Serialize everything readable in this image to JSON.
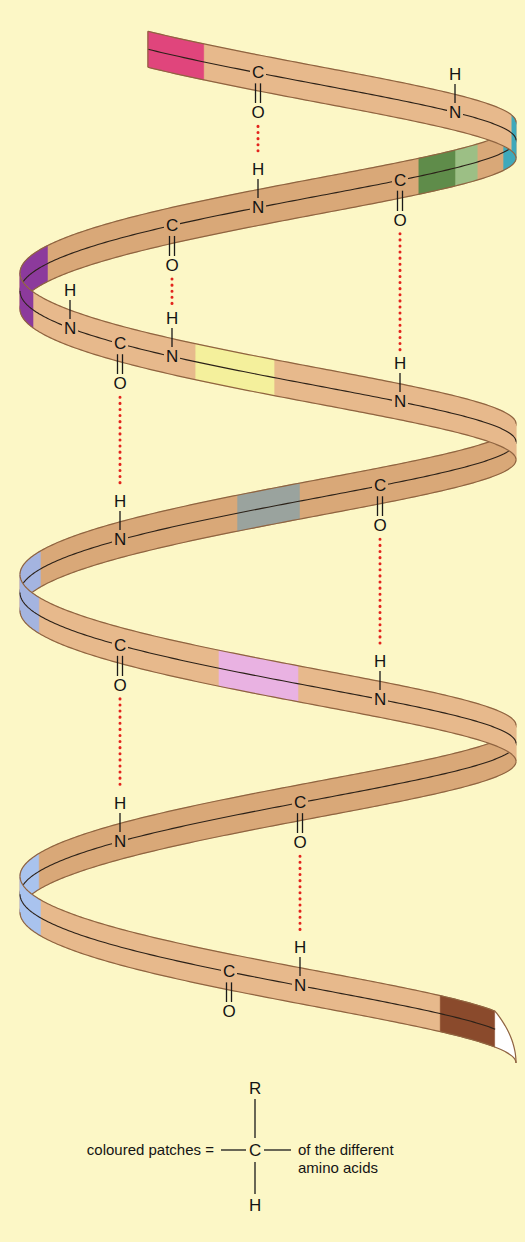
{
  "diagram": {
    "labels": [
      "C",
      "O",
      "H",
      "N",
      "C",
      "O",
      "H",
      "N",
      "C",
      "O",
      "H",
      "N",
      "C",
      "O",
      "H",
      "N",
      "H",
      "N",
      "H",
      "N",
      "C",
      "O",
      "C",
      "O",
      "H",
      "N",
      "H",
      "N",
      "C",
      "O",
      "C",
      "O",
      "H",
      "N",
      "R",
      "coloured patches =",
      "C",
      "of the different amino acids",
      "H"
    ]
  }
}
